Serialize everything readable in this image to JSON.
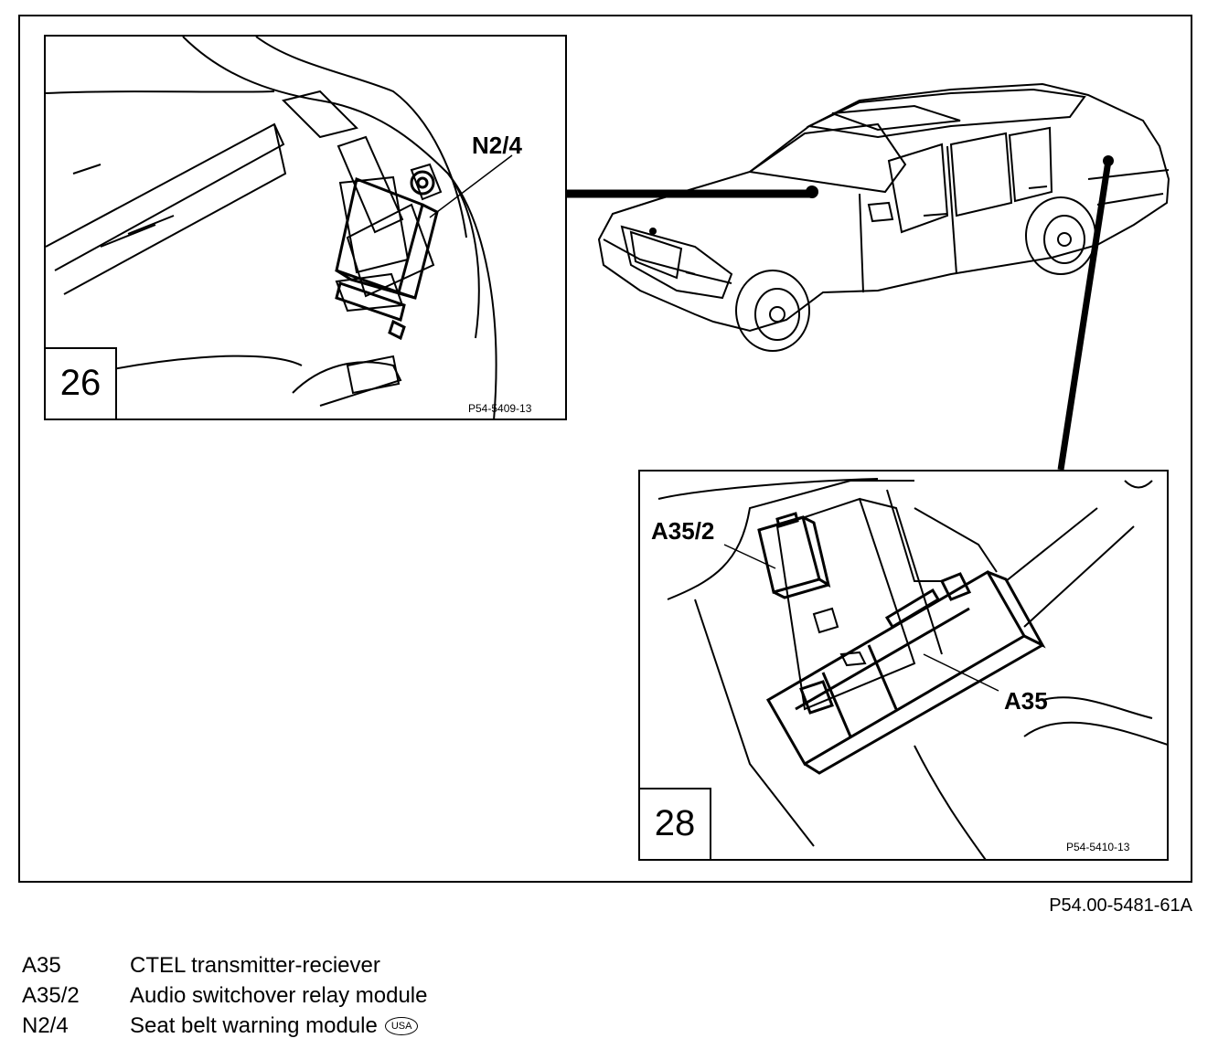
{
  "insets": {
    "fig26": {
      "number": "26",
      "callout": "N2/4",
      "ref": "P54-5409-13"
    },
    "fig28": {
      "number": "28",
      "callout_relay": "A35/2",
      "callout_ctel": "A35",
      "ref": "P54-5410-13"
    }
  },
  "figure_ref": "P54.00-5481-61A",
  "legend": [
    {
      "code": "A35",
      "description": "CTEL transmitter-reciever",
      "badge": ""
    },
    {
      "code": "A35/2",
      "description": "Audio switchover relay module",
      "badge": ""
    },
    {
      "code": "N2/4",
      "description": "Seat belt warning module",
      "badge": "USA"
    }
  ]
}
